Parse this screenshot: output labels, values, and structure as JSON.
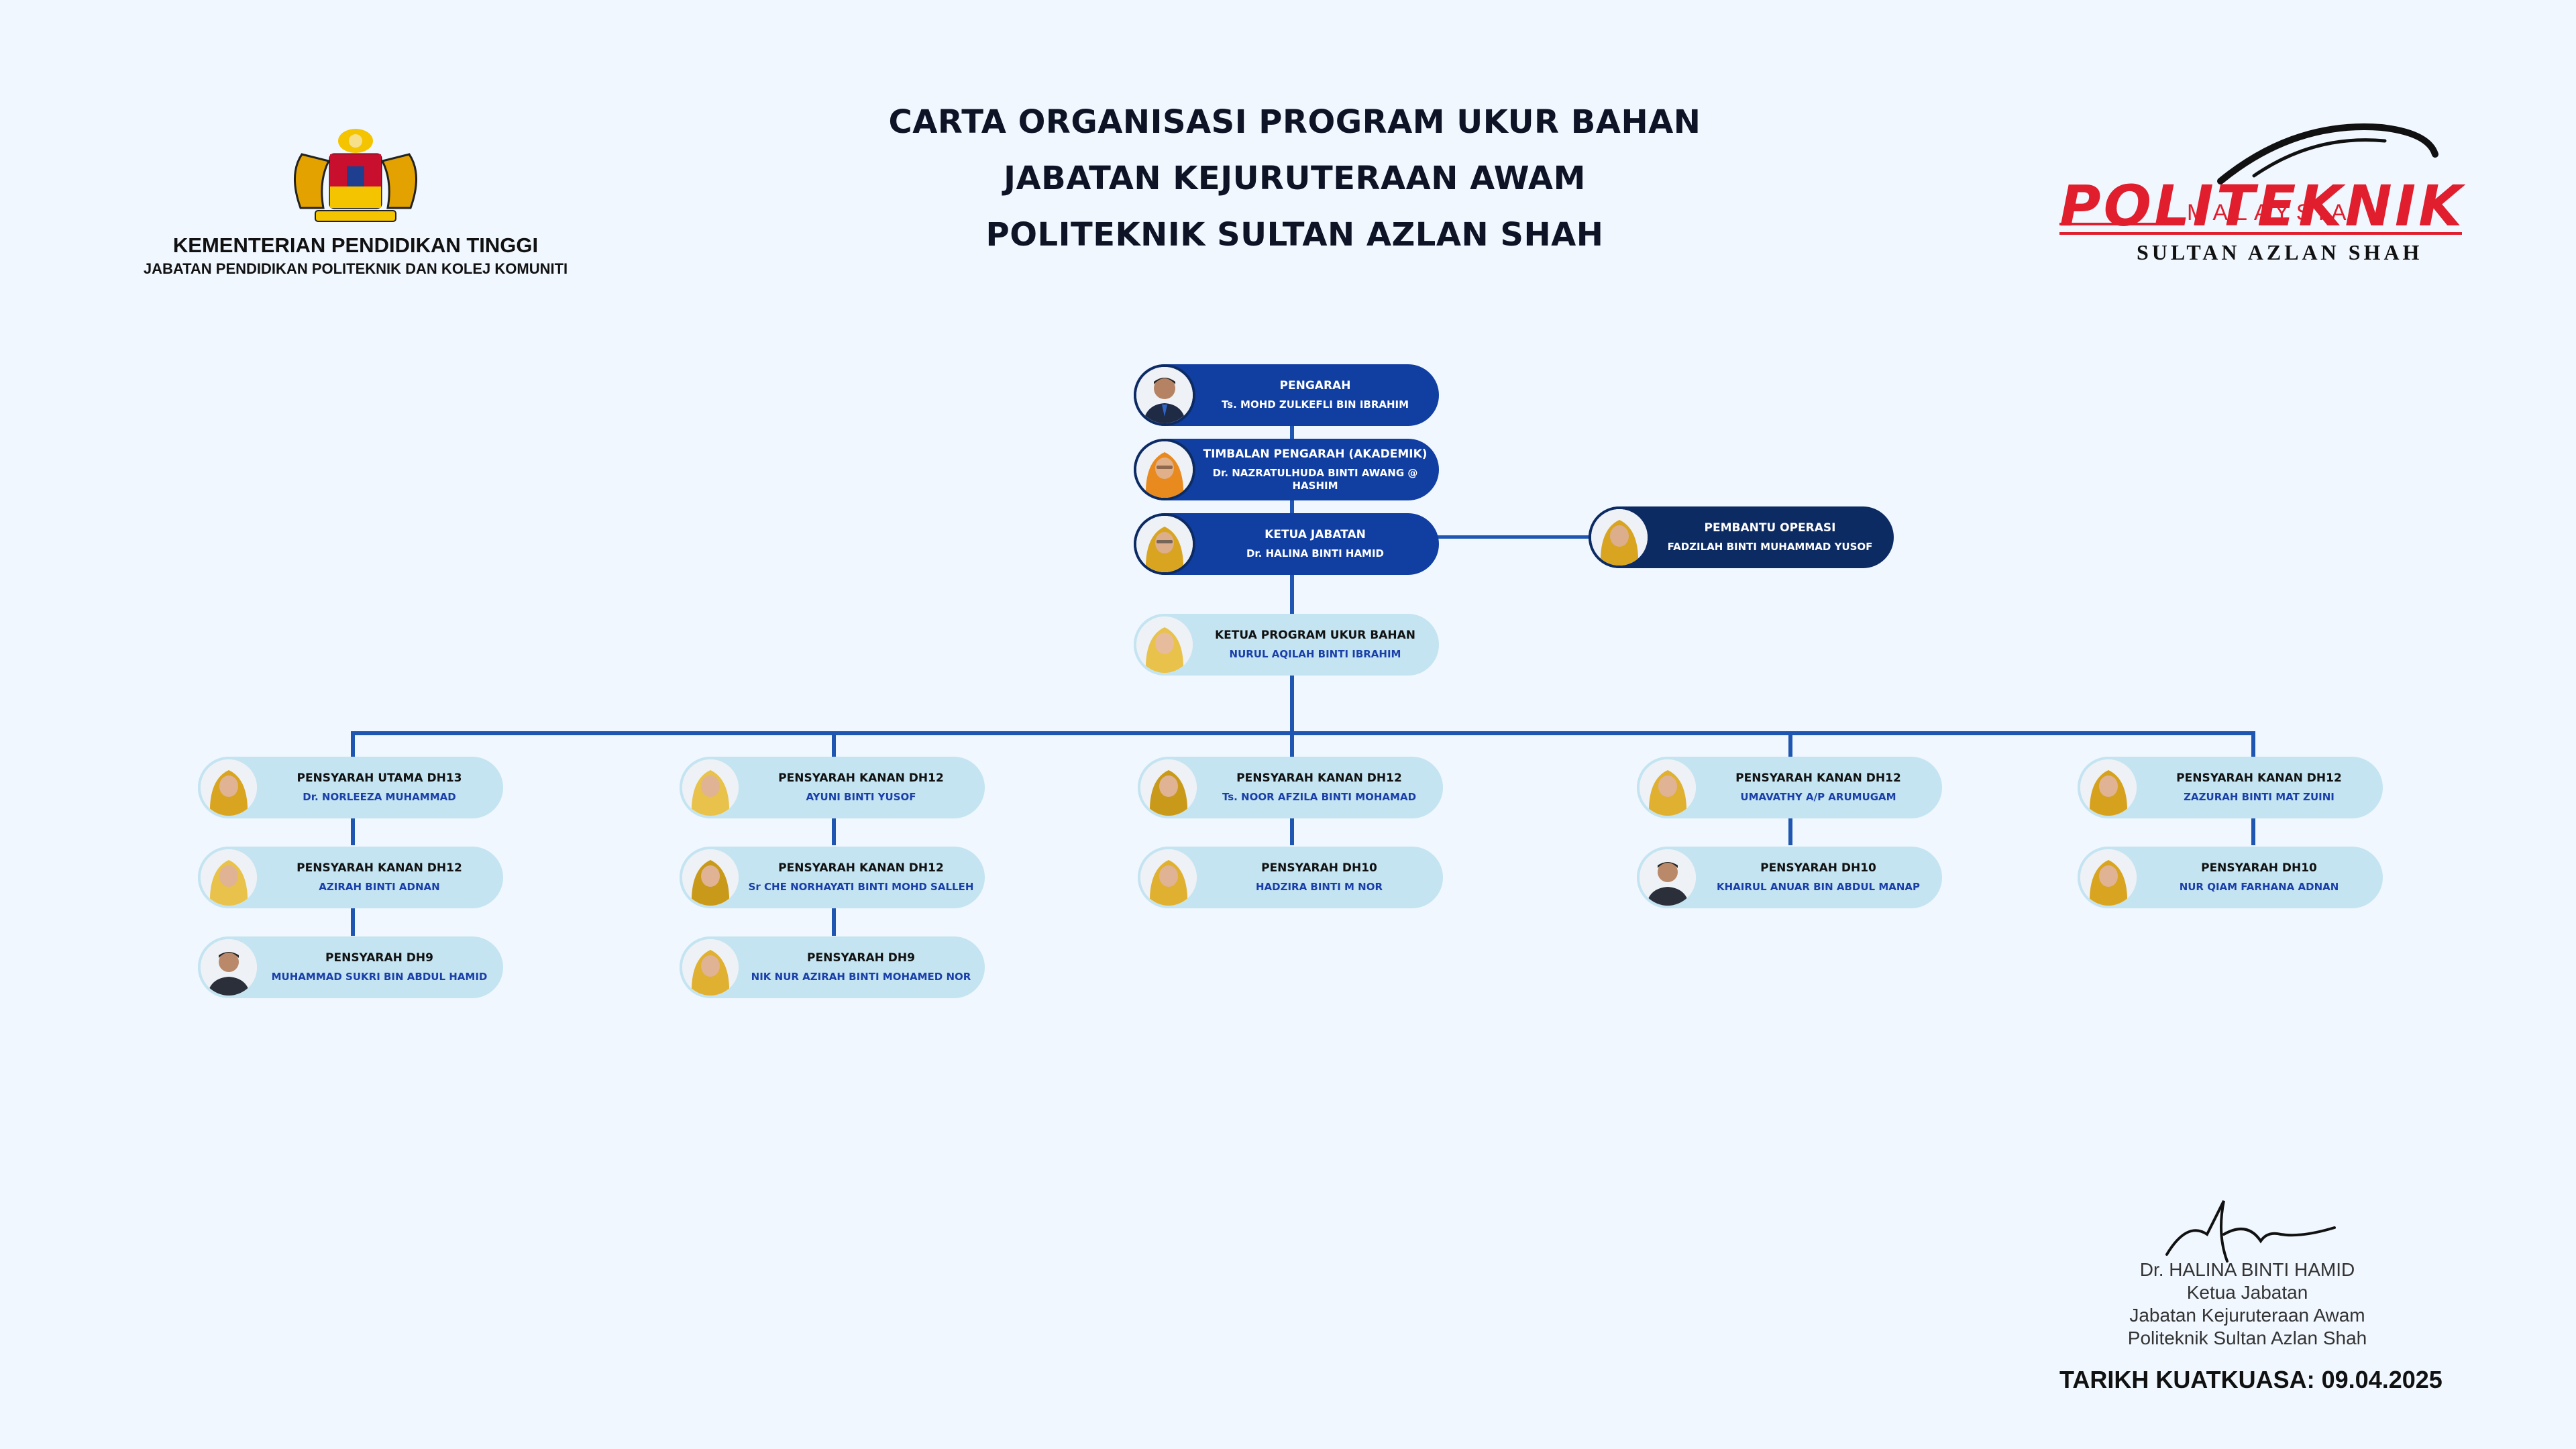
{
  "title": {
    "line1": "CARTA ORGANISASI PROGRAM UKUR BAHAN",
    "line2": "JABATAN KEJURUTERAAN AWAM",
    "line3": "POLITEKNIK SULTAN AZLAN SHAH"
  },
  "ministry": {
    "line1": "KEMENTERIAN PENDIDIKAN TINGGI",
    "line2": "JABATAN PENDIDIKAN POLITEKNIK DAN KOLEJ KOMUNITI"
  },
  "logo": {
    "brand": "POLITEKNIK",
    "country": "MALAYSIA",
    "campus": "SULTAN AZLAN SHAH"
  },
  "colors": {
    "navy": "#103ea1",
    "dark_navy": "#0d2b63",
    "light_card": "#c4e4f1",
    "brand_red": "#e01e2d",
    "background": "#f0f7fe"
  },
  "leadership": {
    "director": {
      "role": "PENGARAH",
      "name": "Ts. MOHD ZULKEFLI BIN IBRAHIM"
    },
    "deputy": {
      "role": "TIMBALAN PENGARAH (AKADEMIK)",
      "name": "Dr. NAZRATULHUDA BINTI AWANG @ HASHIM"
    },
    "head": {
      "role": "KETUA JABATAN",
      "name": "Dr. HALINA BINTI HAMID"
    },
    "assistant": {
      "role": "PEMBANTU OPERASI",
      "name": "FADZILAH BINTI MUHAMMAD YUSOF"
    },
    "program_head": {
      "role": "KETUA PROGRAM UKUR BAHAN",
      "name": "NURUL AQILAH BINTI IBRAHIM"
    }
  },
  "columns": [
    [
      {
        "role": "PENSYARAH UTAMA DH13",
        "name": "Dr. NORLEEZA MUHAMMAD"
      },
      {
        "role": "PENSYARAH KANAN DH12",
        "name": "AZIRAH BINTI ADNAN"
      },
      {
        "role": "PENSYARAH DH9",
        "name": "MUHAMMAD SUKRI BIN ABDUL HAMID"
      }
    ],
    [
      {
        "role": "PENSYARAH KANAN DH12",
        "name": "AYUNI BINTI YUSOF"
      },
      {
        "role": "PENSYARAH KANAN DH12",
        "name": "Sr CHE NORHAYATI BINTI MOHD SALLEH"
      },
      {
        "role": "PENSYARAH DH9",
        "name": "NIK NUR AZIRAH BINTI MOHAMED NOR"
      }
    ],
    [
      {
        "role": "PENSYARAH KANAN DH12",
        "name": "Ts. NOOR AFZILA BINTI MOHAMAD"
      },
      {
        "role": "PENSYARAH DH10",
        "name": "HADZIRA BINTI M NOR"
      }
    ],
    [
      {
        "role": "PENSYARAH KANAN DH12",
        "name": "UMAVATHY A/P ARUMUGAM"
      },
      {
        "role": "PENSYARAH DH10",
        "name": "KHAIRUL ANUAR BIN ABDUL MANAP"
      }
    ],
    [
      {
        "role": "PENSYARAH KANAN DH12",
        "name": "ZAZURAH BINTI MAT ZUINI"
      },
      {
        "role": "PENSYARAH DH10",
        "name": "NUR QIAM FARHANA ADNAN"
      }
    ]
  ],
  "signature": {
    "name": "Dr. HALINA BINTI HAMID",
    "position": "Ketua Jabatan",
    "department": "Jabatan Kejuruteraan Awam",
    "institution": "Politeknik Sultan Azlan Shah"
  },
  "effective_date": "TARIKH KUATKUASA: 09.04.2025"
}
